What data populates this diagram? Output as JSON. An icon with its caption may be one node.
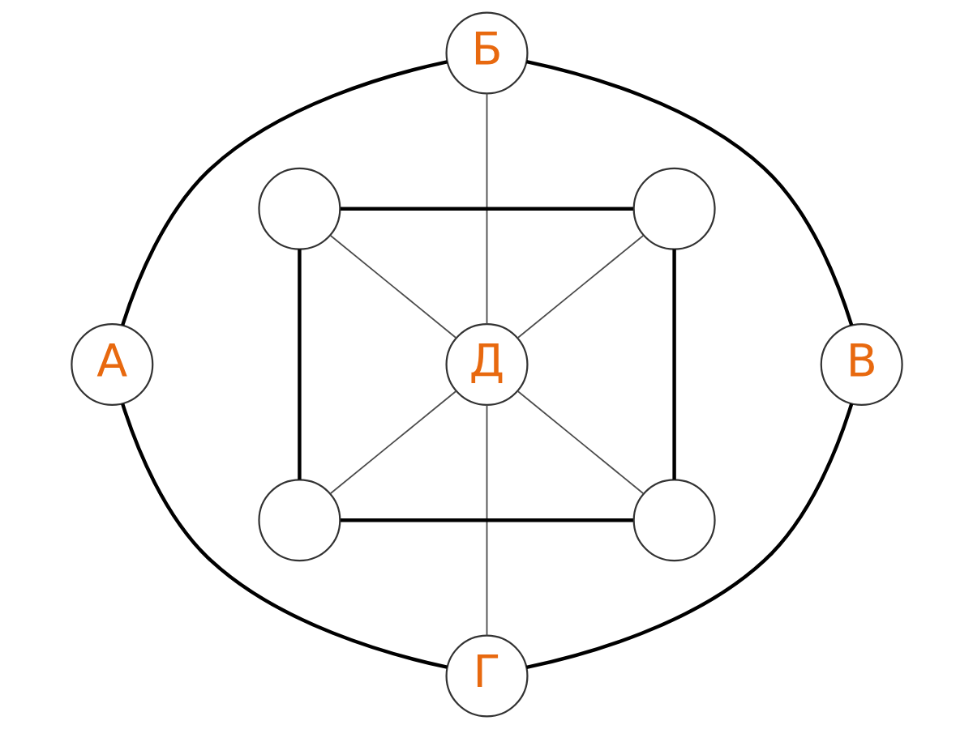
{
  "diagram": {
    "nodes": [
      {
        "text": [
          "Б"
        ]
      },
      {
        "text": [],
        "shape": "circle"
      },
      {
        "text": [],
        "shape": "circle"
      },
      {
        "text": [
          "А"
        ]
      },
      {
        "text": [
          "Д"
        ]
      },
      {
        "text": [
          "В"
        ]
      },
      {
        "text": [],
        "shape": "circle"
      },
      {
        "text": [],
        "shape": "circle"
      },
      {
        "text": [
          "Г"
        ]
      }
    ],
    "edges": [
      {
        "from": 0,
        "to": 3,
        "arrow": "none"
      },
      {
        "from": 0,
        "to": 4,
        "arrow": "none",
        "color": "#4d4d4d"
      },
      {
        "from": 0,
        "to": 5,
        "arrow": "none"
      },
      {
        "from": 1,
        "to": 2,
        "arrow": "none"
      },
      {
        "from": 1,
        "to": 6,
        "arrow": "none"
      },
      {
        "from": 1,
        "to": 4,
        "arrow": "none",
        "color": "#4d4d4d"
      },
      {
        "from": 2,
        "to": 4,
        "arrow": "none",
        "color": "#4d4d4d"
      },
      {
        "from": 2,
        "to": 7,
        "arrow": "none"
      },
      {
        "from": 3,
        "to": 8,
        "arrow": "none"
      },
      {
        "from": 4,
        "to": 6,
        "arrow": "none",
        "color": "#4d4d4d"
      },
      {
        "from": 4,
        "to": 8,
        "arrow": "none",
        "color": "#4d4d4d"
      },
      {
        "from": 4,
        "to": 7,
        "arrow": "none",
        "color": "#4d4d4d"
      },
      {
        "from": 5,
        "to": 8,
        "arrow": "none"
      },
      {
        "from": 6,
        "to": 7,
        "arrow": "none"
      }
    ]
  }
}
